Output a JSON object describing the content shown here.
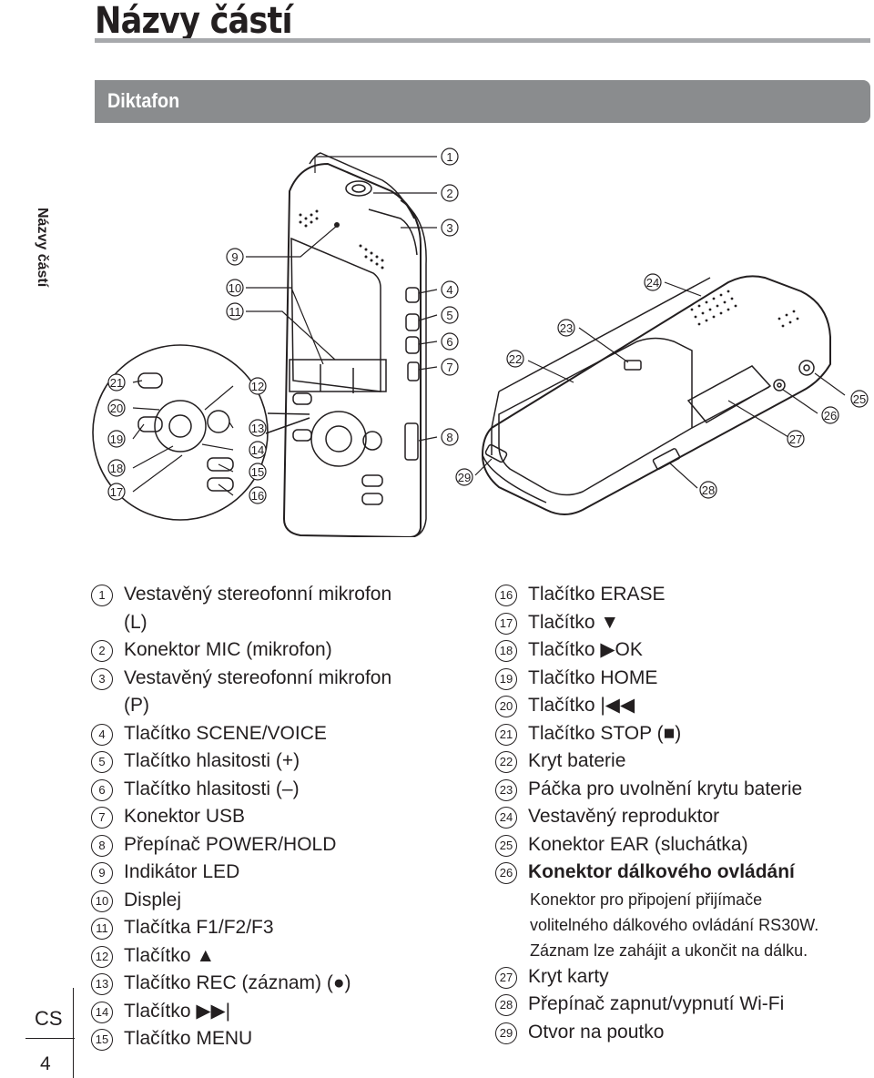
{
  "page": {
    "title": "Názvy částí",
    "section": "Diktafon",
    "side_tab": "Názvy částí",
    "language": "CS",
    "page_number": "4"
  },
  "callouts": [
    "1",
    "2",
    "3",
    "4",
    "5",
    "6",
    "7",
    "8",
    "9",
    "10",
    "11",
    "12",
    "13",
    "14",
    "15",
    "16",
    "17",
    "18",
    "19",
    "20",
    "21",
    "22",
    "23",
    "24",
    "25",
    "26",
    "27",
    "28",
    "29"
  ],
  "parts_left": [
    {
      "num": "1",
      "label": "Vestavěný stereofonní mikrofon (L)"
    },
    {
      "num": "2",
      "label": "Konektor MIC (mikrofon)"
    },
    {
      "num": "3",
      "label": "Vestavěný stereofonní mikrofon (P)"
    },
    {
      "num": "4",
      "label": "Tlačítko SCENE/VOICE"
    },
    {
      "num": "5",
      "label": "Tlačítko hlasitosti (+)"
    },
    {
      "num": "6",
      "label": "Tlačítko hlasitosti (–)"
    },
    {
      "num": "7",
      "label": "Konektor USB"
    },
    {
      "num": "8",
      "label": "Přepínač POWER/HOLD"
    },
    {
      "num": "9",
      "label": "Indikátor LED"
    },
    {
      "num": "10",
      "label": "Displej"
    },
    {
      "num": "11",
      "label": "Tlačítka F1/F2/F3"
    },
    {
      "num": "12",
      "label": "Tlačítko ▲"
    },
    {
      "num": "13",
      "label": "Tlačítko REC (záznam) (●)"
    },
    {
      "num": "14",
      "label": "Tlačítko ▶▶|"
    },
    {
      "num": "15",
      "label": "Tlačítko MENU"
    }
  ],
  "parts_right": [
    {
      "num": "16",
      "label": "Tlačítko ERASE"
    },
    {
      "num": "17",
      "label": "Tlačítko ▼"
    },
    {
      "num": "18",
      "label": "Tlačítko ▶OK"
    },
    {
      "num": "19",
      "label": "Tlačítko HOME"
    },
    {
      "num": "20",
      "label": "Tlačítko |◀◀"
    },
    {
      "num": "21",
      "label": "Tlačítko STOP (■)"
    },
    {
      "num": "22",
      "label": "Kryt baterie"
    },
    {
      "num": "23",
      "label": "Páčka pro uvolnění krytu baterie"
    },
    {
      "num": "24",
      "label": "Vestavěný reproduktor"
    },
    {
      "num": "25",
      "label": "Konektor EAR (sluchátka)"
    },
    {
      "num": "26",
      "label": "Konektor dálkového ovládání",
      "description": [
        "Konektor pro připojení přijímače",
        "volitelného dálkového ovládání RS30W.",
        "Záznam lze zahájit a ukončit na dálku."
      ]
    },
    {
      "num": "27",
      "label": "Kryt karty"
    },
    {
      "num": "28",
      "label": "Přepínač zapnut/vypnutí Wi-Fi"
    },
    {
      "num": "29",
      "label": "Otvor na poutko"
    }
  ]
}
